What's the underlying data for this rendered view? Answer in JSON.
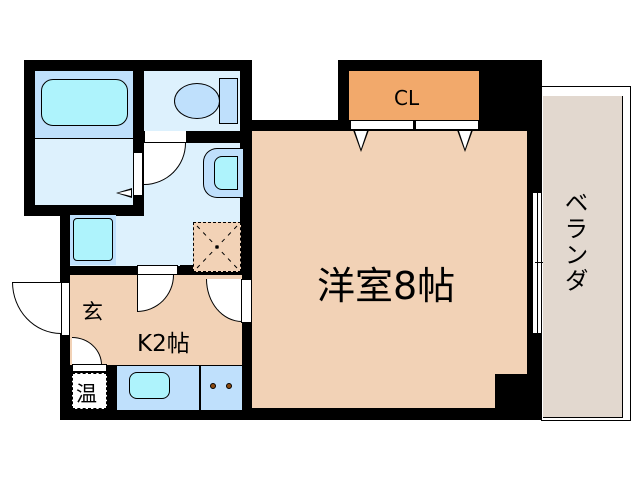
{
  "floor_plan": {
    "rooms": {
      "western_room": {
        "label": "洋室8帖",
        "color": "#f2d2b6"
      },
      "kitchen": {
        "label": "K2帖",
        "color": "#f2d2b6"
      },
      "entrance": {
        "label": "玄"
      },
      "water_heater": {
        "label": "温"
      },
      "closet": {
        "label": "CL",
        "color": "#f2a96b"
      },
      "balcony": {
        "label": "ベランダ",
        "color": "#e2d8cf"
      }
    },
    "fixtures": [
      "bathtub-icon",
      "toilet-icon",
      "washbasin-icon",
      "washing-machine-pan-icon",
      "sink-icon",
      "stove-icon",
      "storage-hatch-icon"
    ],
    "colors": {
      "wall": "#000000",
      "wet_area": "#ddf1fd",
      "fixture_blue": "#bfe0fc",
      "water_cyan": "#aef3fc",
      "stove_burner": "#8b4a10"
    }
  }
}
